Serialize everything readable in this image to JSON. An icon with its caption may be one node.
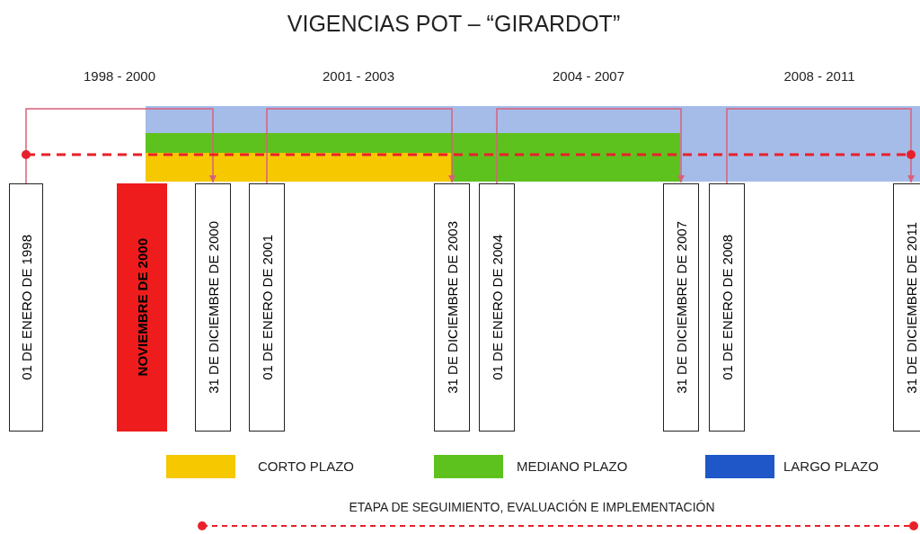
{
  "diagram": {
    "title": "VIGENCIAS POT – “GIRARDOT”",
    "nodes": [
      {
        "text": [
          "01 DE ENERO DE 1998"
        ]
      },
      {
        "text": [
          "NOVIEMBRE DE 2000"
        ]
      },
      {
        "text": [
          "31 DE DICIEMBRE DE 2000"
        ]
      },
      {
        "text": [
          "01 DE ENERO DE 2001"
        ]
      },
      {
        "text": [
          "31 DE DICIEMBRE DE 2003"
        ]
      },
      {
        "text": [
          "01 DE ENERO DE 2004"
        ]
      },
      {
        "text": [
          "31 DE DICIEMBRE DE 2007"
        ]
      },
      {
        "text": [
          "01 DE ENERO DE 2008"
        ]
      },
      {
        "text": [
          "31 DE DICIEMBRE DE 2011"
        ]
      }
    ],
    "edges": [
      {
        "from": 0,
        "to": 2,
        "arrow": "to"
      },
      {
        "from": 3,
        "to": 4,
        "arrow": "to"
      },
      {
        "from": 5,
        "to": 6,
        "arrow": "to"
      },
      {
        "from": 7,
        "to": 8,
        "arrow": "to"
      },
      {
        "from": 0,
        "to": 8,
        "arrow": "other",
        "style": "dashed",
        "color": "#e8202a"
      }
    ],
    "labels": [
      "1998 - 2000",
      "2001 - 2003",
      "2004 - 2007",
      "2008 - 2011"
    ],
    "legend": [
      {
        "text": "CORTO PLAZO",
        "color": "#f5c800"
      },
      {
        "text": "MEDIANO PLAZO",
        "color": "#5ec21e"
      },
      {
        "text": "LARGO PLAZO",
        "color": "#1f57c8"
      },
      {
        "text": "ETAPA DE SEGUIMIENTO, EVALUACIÓN E IMPLEMENTACIÓN"
      }
    ]
  }
}
